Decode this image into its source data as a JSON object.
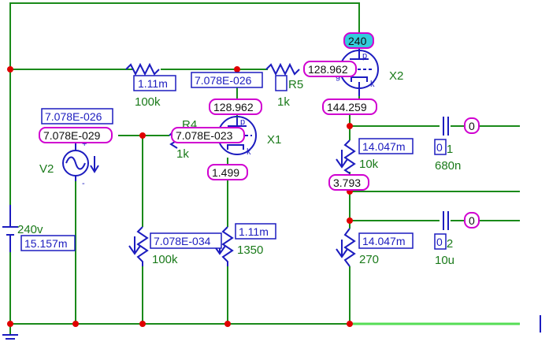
{
  "components": {
    "x1": {
      "name": "X1",
      "plate_voltage": "128.962",
      "grid_voltage": "7.078E-023",
      "cathode_voltage": "1.499",
      "plate_current": "7.078E-026"
    },
    "x2": {
      "name": "X2",
      "plate_voltage": "240",
      "grid_voltage": "128.962",
      "cathode_voltage": "144.259"
    },
    "v2": {
      "name": "V2",
      "current_top": "7.078E-026",
      "voltage": "7.078E-029"
    },
    "supply": {
      "value": "240v",
      "current": "15.157m"
    },
    "r_top": {
      "value": "100k",
      "current": "1.11m"
    },
    "r5": {
      "name": "R5",
      "value": "1k"
    },
    "r4": {
      "name": "R4",
      "value": "1k"
    },
    "r_grid": {
      "value": "100k",
      "current": "7.078E-034"
    },
    "r_cathode_x1": {
      "value": "1350",
      "current": "1.11m"
    },
    "r_10k": {
      "value": "10k",
      "current": "14.047m",
      "bottom_voltage": "3.793"
    },
    "r_270": {
      "value": "270",
      "current": "14.047m"
    },
    "c1": {
      "name": "C1",
      "value": "680n",
      "current": "0",
      "out_voltage": "0"
    },
    "c2": {
      "name": "C2",
      "value": "10u",
      "current": "0",
      "out_voltage": "0"
    }
  }
}
